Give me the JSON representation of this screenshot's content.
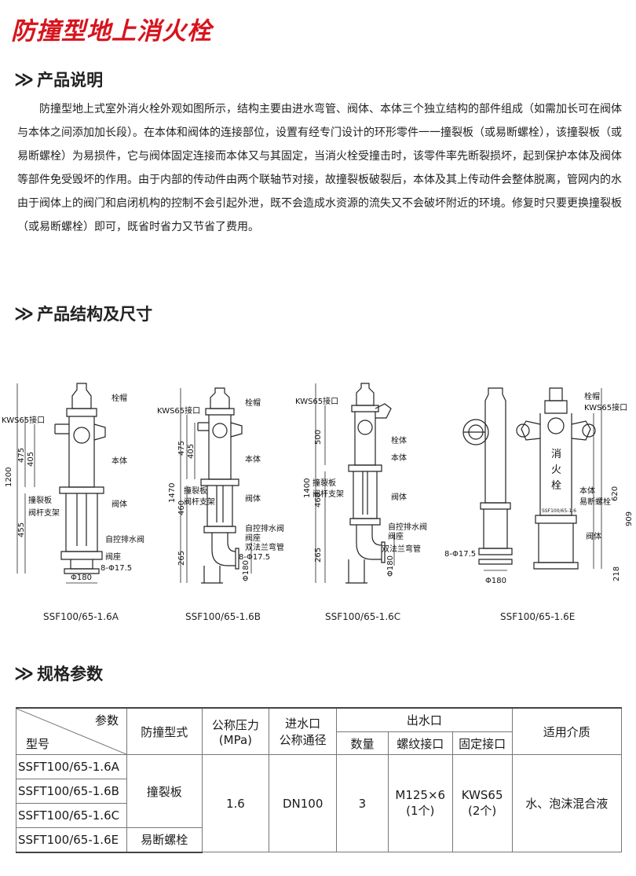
{
  "page": {
    "title": "防撞型地上消火栓"
  },
  "sections": {
    "description": "产品说明",
    "structure": "产品结构及尺寸",
    "specs": "规格参数",
    "arrow": "≫"
  },
  "intro_text": "防撞型地上式室外消火栓外观如图所示，结构主要由进水弯管、阀体、本体三个独立结构的部件组成（如需加长可在阀体与本体之间添加加长段）。在本体和阀体的连接部位，设置有经专门设计的环形零件一一撞裂板（或易断螺栓），该撞裂板（或易断螺栓）为易损件，它与阀体固定连接而本体又与其固定，当消火栓受撞击时，该零件率先断裂损坏，起到保护本体及阀体等部件免受毁坏的作用。由于内部的传动件由两个联轴节对接，故撞裂板破裂后，本体及其上传动件会整体脱离，管网内的水由于阀体上的阀门和启闭机构的控制不会引起外泄，既不会造成水资源的流失又不会破坏附近的环境。修复时只要更换撞裂板（或易断螺栓）即可，既省时省力又节省了费用。",
  "diagrams": {
    "a": {
      "caption": "SSF100/65-1.6A",
      "labels": {
        "cap": "栓帽",
        "port": "KWS65接口",
        "body": "本体",
        "breakplate": "撞裂板",
        "rod": "阀杆支架",
        "valve": "阀体",
        "drain": "自控排水阀",
        "seat": "阀座",
        "holes": "8-Φ17.5",
        "dia": "Φ180"
      },
      "dims": {
        "total": "1200",
        "d1": "475",
        "d2": "405",
        "d3": "455"
      }
    },
    "b": {
      "caption": "SSF100/65-1.6B",
      "labels": {
        "cap": "栓帽",
        "port": "KWS65接口",
        "body": "本体",
        "breakplate": "撞裂板",
        "rod": "阀杆支架",
        "valve": "阀体",
        "drain": "自控排水阀",
        "seat": "阀座",
        "elbow": "双法兰弯管",
        "holes": "8-Φ17.5",
        "dia": "Φ180"
      },
      "dims": {
        "total": "1470",
        "d1": "475",
        "d2": "405",
        "d3": "460",
        "d4": "265"
      }
    },
    "c": {
      "caption": "SSF100/65-1.6C",
      "labels": {
        "port": "KWS65接口",
        "bolt": "栓体",
        "body": "本体",
        "breakplate": "撞裂板",
        "rod": "阀杆支架",
        "valve": "阀体",
        "drain": "自控排水阀",
        "seat": "阀座",
        "elbow": "双法兰弯管",
        "dia": "Φ180"
      },
      "dims": {
        "total": "1400",
        "d1": "500",
        "d2": "460",
        "d3": "265"
      }
    },
    "e": {
      "caption": "SSF100/65-1.6E",
      "labels": {
        "cap": "栓帽",
        "port": "KWS65接口",
        "text1": "消",
        "text2": "火",
        "text3": "栓",
        "model": "SSF100/65-1.6",
        "body": "本体",
        "bolt": "易断螺栓",
        "valve": "阀体",
        "holes": "8-Φ17.5",
        "dia": "Φ180"
      },
      "dims": {
        "total": "909",
        "d1": "620",
        "d2": "218"
      }
    }
  },
  "table": {
    "header": {
      "param": "参数",
      "model": "型号",
      "type": "防撞型式",
      "pressure_l1": "公称压力",
      "pressure_l2": "(MPa)",
      "inlet_l1": "进水口",
      "inlet_l2": "公称通径",
      "outlet": "出水口",
      "count": "数量",
      "thread": "螺纹接口",
      "fixed": "固定接口",
      "medium": "适用介质"
    },
    "rows": [
      "SSFT100/65-1.6A",
      "SSFT100/65-1.6B",
      "SSFT100/65-1.6C",
      "SSFT100/65-1.6E"
    ],
    "type_a": "撞裂板",
    "type_e": "易断螺栓",
    "pressure": "1.6",
    "inlet": "DN100",
    "count": "3",
    "thread_l1": "M125×6",
    "thread_l2": "(1个)",
    "fixed_l1": "KWS65",
    "fixed_l2": "(2个)",
    "medium": "水、泡沫混合液"
  }
}
